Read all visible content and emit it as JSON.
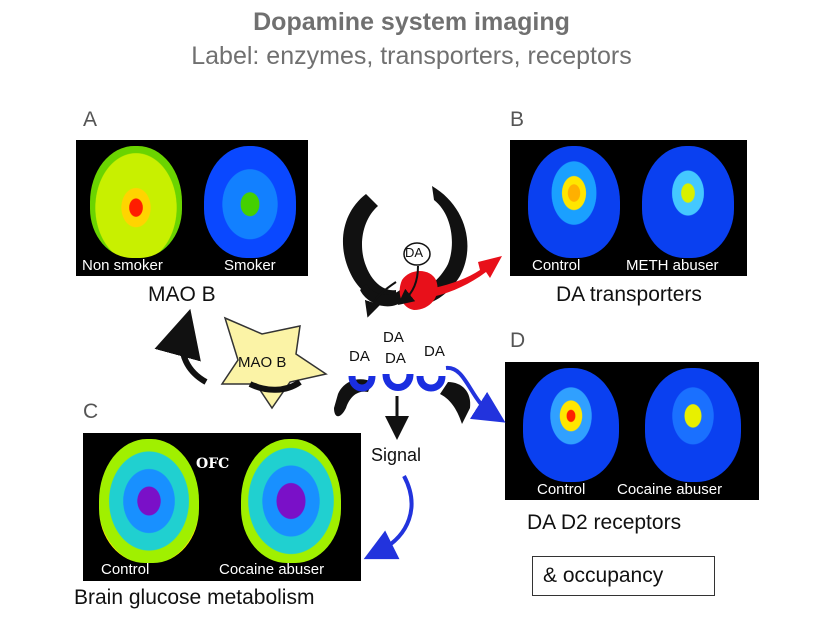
{
  "header": {
    "title": "Dopamine system imaging",
    "subtitle": "Label: enzymes, transporters, receptors"
  },
  "panels": {
    "a": {
      "letter": "A",
      "left_label": "Non smoker",
      "right_label": "Smoker",
      "caption": "MAO B"
    },
    "b": {
      "letter": "B",
      "left_label": "Control",
      "right_label": "METH abuser",
      "caption": "DA transporters"
    },
    "c": {
      "letter": "C",
      "left_label": "Control",
      "right_label": "Cocaine abuser",
      "caption": "Brain glucose metabolism",
      "region_label": "OFC"
    },
    "d": {
      "letter": "D",
      "left_label": "Control",
      "right_label": "Cocaine abuser",
      "caption": "DA D2 receptors"
    }
  },
  "center": {
    "da_vesicle": "DA",
    "da_1": "DA",
    "da_2": "DA",
    "da_3": "DA",
    "da_4": "DA",
    "enzyme": "MAO B",
    "signal": "Signal"
  },
  "annotation": {
    "occupancy": "& occupancy"
  },
  "colors": {
    "scan_background": "#000000",
    "arrow_red": "#e8101a",
    "arrow_blue": "#2233dd",
    "enzyme_fill": "#fbf3a6",
    "neuron_black": "#111111"
  }
}
